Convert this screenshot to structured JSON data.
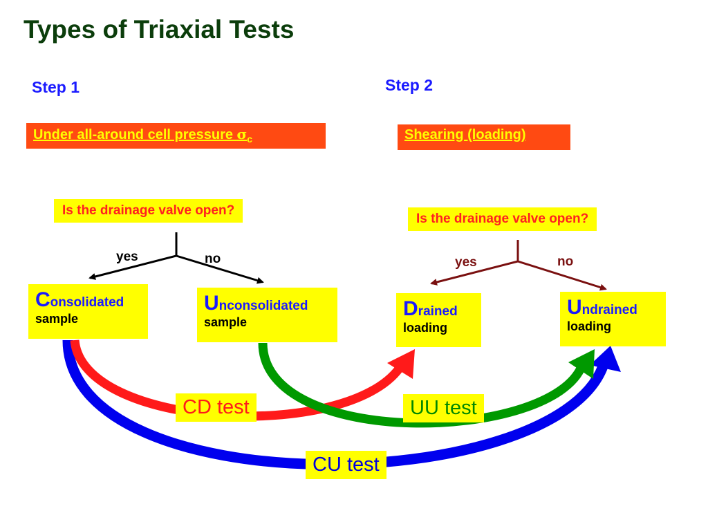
{
  "title": "Types of Triaxial Tests",
  "step1": {
    "label": "Step 1",
    "box_text": "Under all-around cell pressure ",
    "sigma": "σ",
    "sigma_sub": "c"
  },
  "step2": {
    "label": "Step 2",
    "box_text": "Shearing (loading)"
  },
  "left_branch": {
    "question": "Is the drainage valve open?",
    "yes": "yes",
    "no": "no",
    "consolidated": {
      "initial": "C",
      "rest": "onsolidated",
      "sub": "sample"
    },
    "unconsolidated": {
      "initial": "U",
      "rest": "nconsolidated",
      "sub": "sample"
    }
  },
  "right_branch": {
    "question": "Is the drainage valve open?",
    "yes": "yes",
    "no": "no",
    "drained": {
      "initial": "D",
      "rest": "rained",
      "sub": "loading"
    },
    "undrained": {
      "initial": "U",
      "rest": "ndrained",
      "sub": "loading"
    }
  },
  "tests": {
    "cd": "CD test",
    "uu": "UU test",
    "cu": "CU test"
  },
  "colors": {
    "title": "#0b3d0b",
    "step_label": "#1a1aff",
    "orange_box": "#ff4a12",
    "yellow_box": "#ffff00",
    "question_text": "#ff2020",
    "left_tree": "#000000",
    "right_tree": "#7a1010",
    "cd_arrow": "#ff1a1a",
    "uu_arrow": "#009900",
    "cu_arrow": "#0000ee"
  }
}
